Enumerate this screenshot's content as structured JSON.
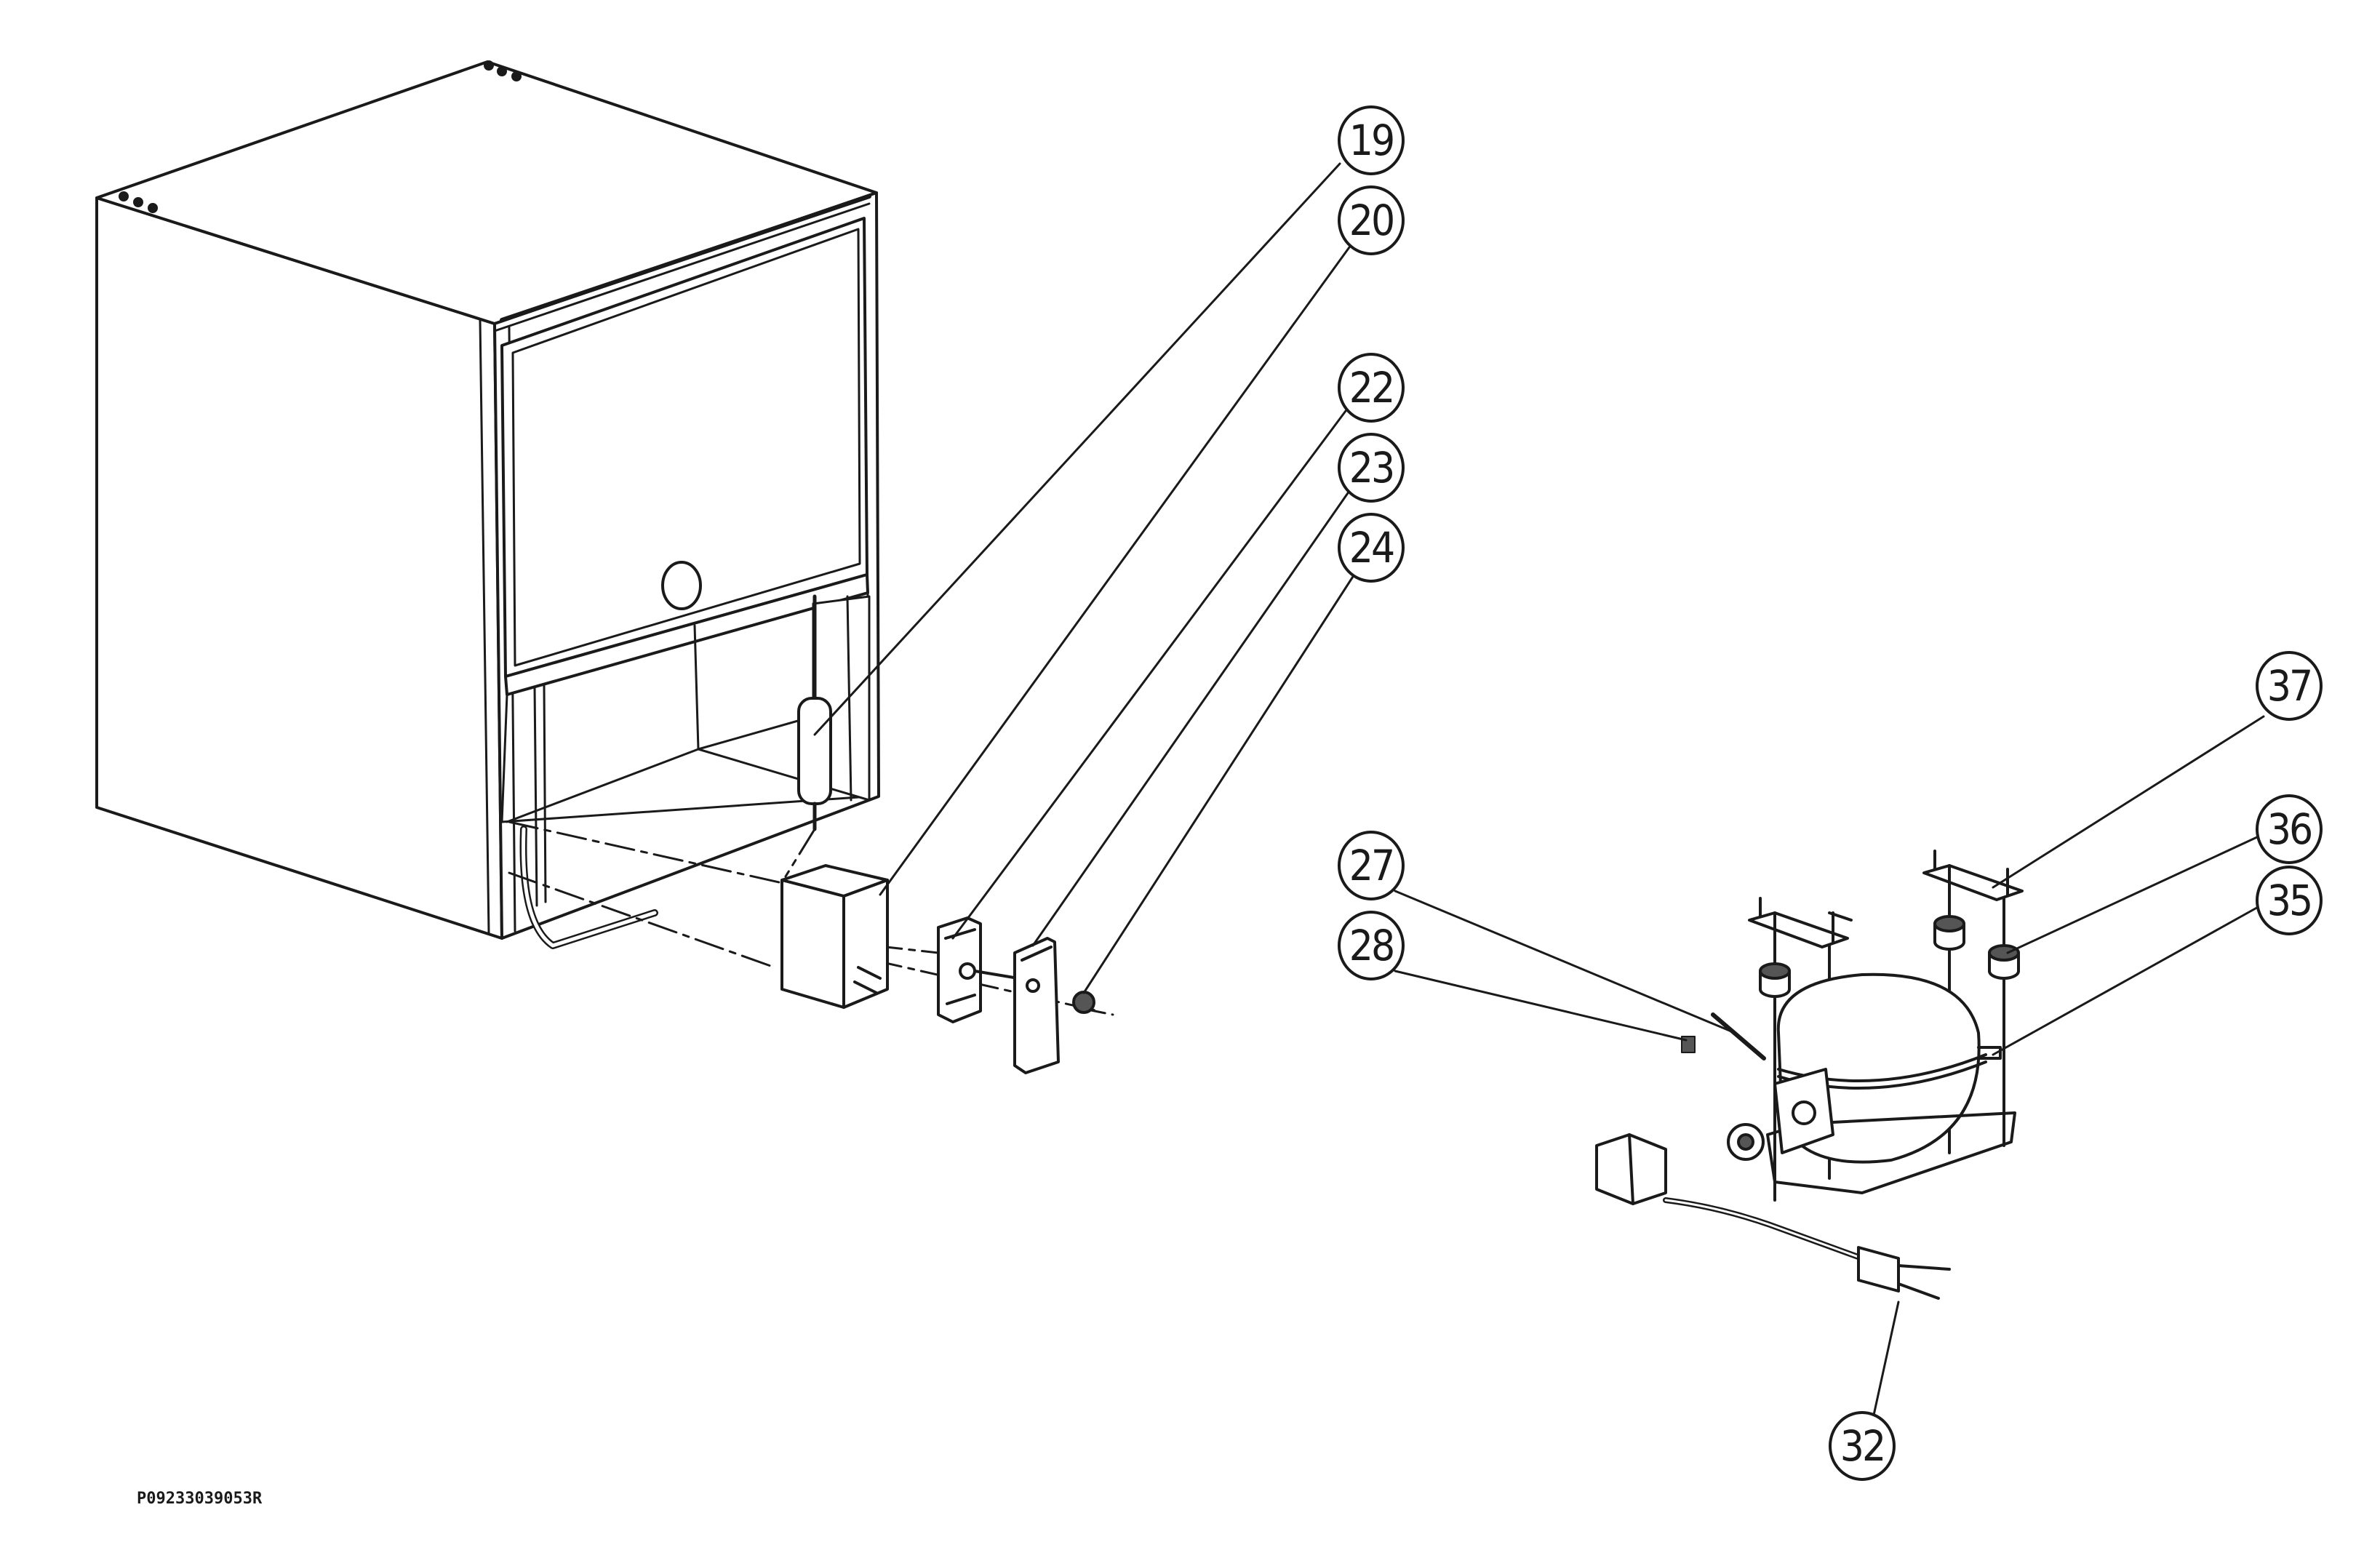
{
  "diagram": {
    "drawing_code": "P09233039053R",
    "callouts": [
      {
        "id": "c19",
        "label": "19"
      },
      {
        "id": "c20",
        "label": "20"
      },
      {
        "id": "c22",
        "label": "22"
      },
      {
        "id": "c23",
        "label": "23"
      },
      {
        "id": "c24",
        "label": "24"
      },
      {
        "id": "c27",
        "label": "27"
      },
      {
        "id": "c28",
        "label": "28"
      },
      {
        "id": "c32",
        "label": "32"
      },
      {
        "id": "c35",
        "label": "35"
      },
      {
        "id": "c36",
        "label": "36"
      },
      {
        "id": "c37",
        "label": "37"
      }
    ]
  }
}
